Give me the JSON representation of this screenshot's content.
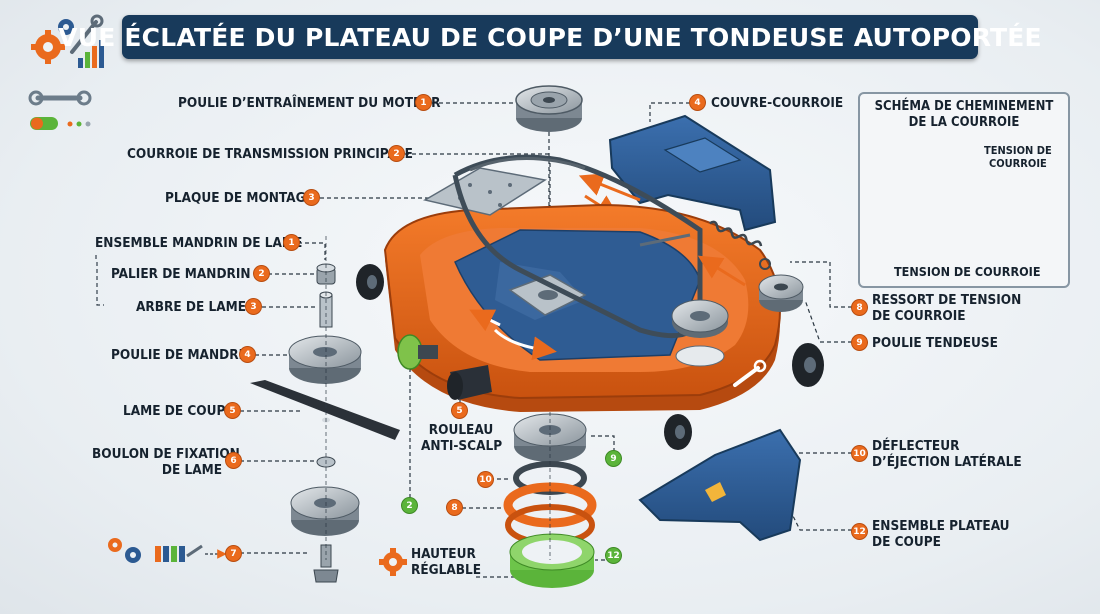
{
  "title": "VUE ÉCLATÉE DU PLATEAU DE COUPE D’UNE TONDEUSE AUTOPORTÉE",
  "colors": {
    "title_bg": "#183a5b",
    "badge_orange": "#ea6a1d",
    "badge_green": "#5bb43a",
    "deck_orange": "#e8641c",
    "part_blue": "#2c5a92"
  },
  "labels": {
    "l1": {
      "text": "POULIE D’ENTRAÎNEMENT DU MOTEUR",
      "num": "1"
    },
    "l2": {
      "text": "COURROIE DE TRANSMISSION PRINCIPALE",
      "num": "2"
    },
    "l3": {
      "text": "PLAQUE DE MONTAGE",
      "num": "3"
    },
    "l4": {
      "text": "COUVRE-COURROIE",
      "num": "4"
    },
    "s1": {
      "text": "ENSEMBLE MANDRIN DE LAME",
      "num": "1"
    },
    "s2": {
      "text": "PALIER DE MANDRIN",
      "num": "2"
    },
    "s3": {
      "text": "ARBRE DE LAME",
      "num": "3"
    },
    "s4": {
      "text": "POULIE DE MANDRIN",
      "num": "4"
    },
    "s5": {
      "text": "LAME DE COUPE",
      "num": "5"
    },
    "s6": {
      "line1": "BOULON DE FIXATION",
      "line2": "DE LAME",
      "num": "6"
    },
    "s7": {
      "num": "7"
    },
    "r5": {
      "line1": "ROULEAU",
      "line2": "ANTI-SCALP",
      "num": "5"
    },
    "h": {
      "line1": "HAUTEUR",
      "line2": "RÉGLABLE"
    },
    "n2": {
      "num": "2"
    },
    "n8": {
      "num": "8"
    },
    "n9": {
      "num": "9"
    },
    "n10": {
      "num": "10"
    },
    "n12": {
      "num": "12"
    },
    "r8": {
      "line1": "RESSORT DE TENSION",
      "line2": "DE COURROIE",
      "num": "8"
    },
    "r9": {
      "text": "POULIE TENDEUSE",
      "num": "9"
    },
    "r10": {
      "line1": "DÉFLECTEUR",
      "line2": "D’ÉJECTION LATÉRALE",
      "num": "10"
    },
    "r12": {
      "line1": "ENSEMBLE PLATEAU",
      "line2": "DE COUPE",
      "num": "12"
    }
  },
  "schema": {
    "title_line1": "SCHÉMA DE CHEMINEMENT",
    "title_line2": "DE LA COURROIE",
    "tension_top_line1": "TENSION DE",
    "tension_top_line2": "COURROIE",
    "tension_bottom": "TENSION DE COURROIE"
  },
  "icons": [
    "gear-wrench-icon",
    "bar-chart-icon",
    "wrench-icon",
    "toggle-icon",
    "gear-icon",
    "adjust-gear-icon"
  ]
}
